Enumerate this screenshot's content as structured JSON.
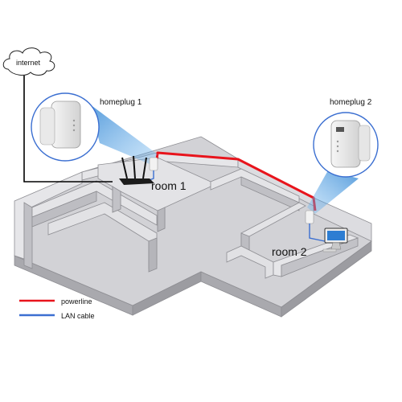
{
  "labels": {
    "internet": "internet",
    "homeplug_1": "homeplug 1",
    "homeplug_2": "homeplug 2",
    "room_1": "room 1",
    "room_2": "room 2"
  },
  "legend": {
    "items": [
      {
        "label": "powerline",
        "color": "#e8141c"
      },
      {
        "label": "LAN cable",
        "color": "#3b6fd1"
      }
    ]
  },
  "colors": {
    "wall_top": "#e4e4e6",
    "wall_side": "#b9b9bd",
    "floor": "#d4d4d7",
    "outline": "#8e8e93",
    "cable_internet": "#000000",
    "beam": "#2e86d6"
  }
}
